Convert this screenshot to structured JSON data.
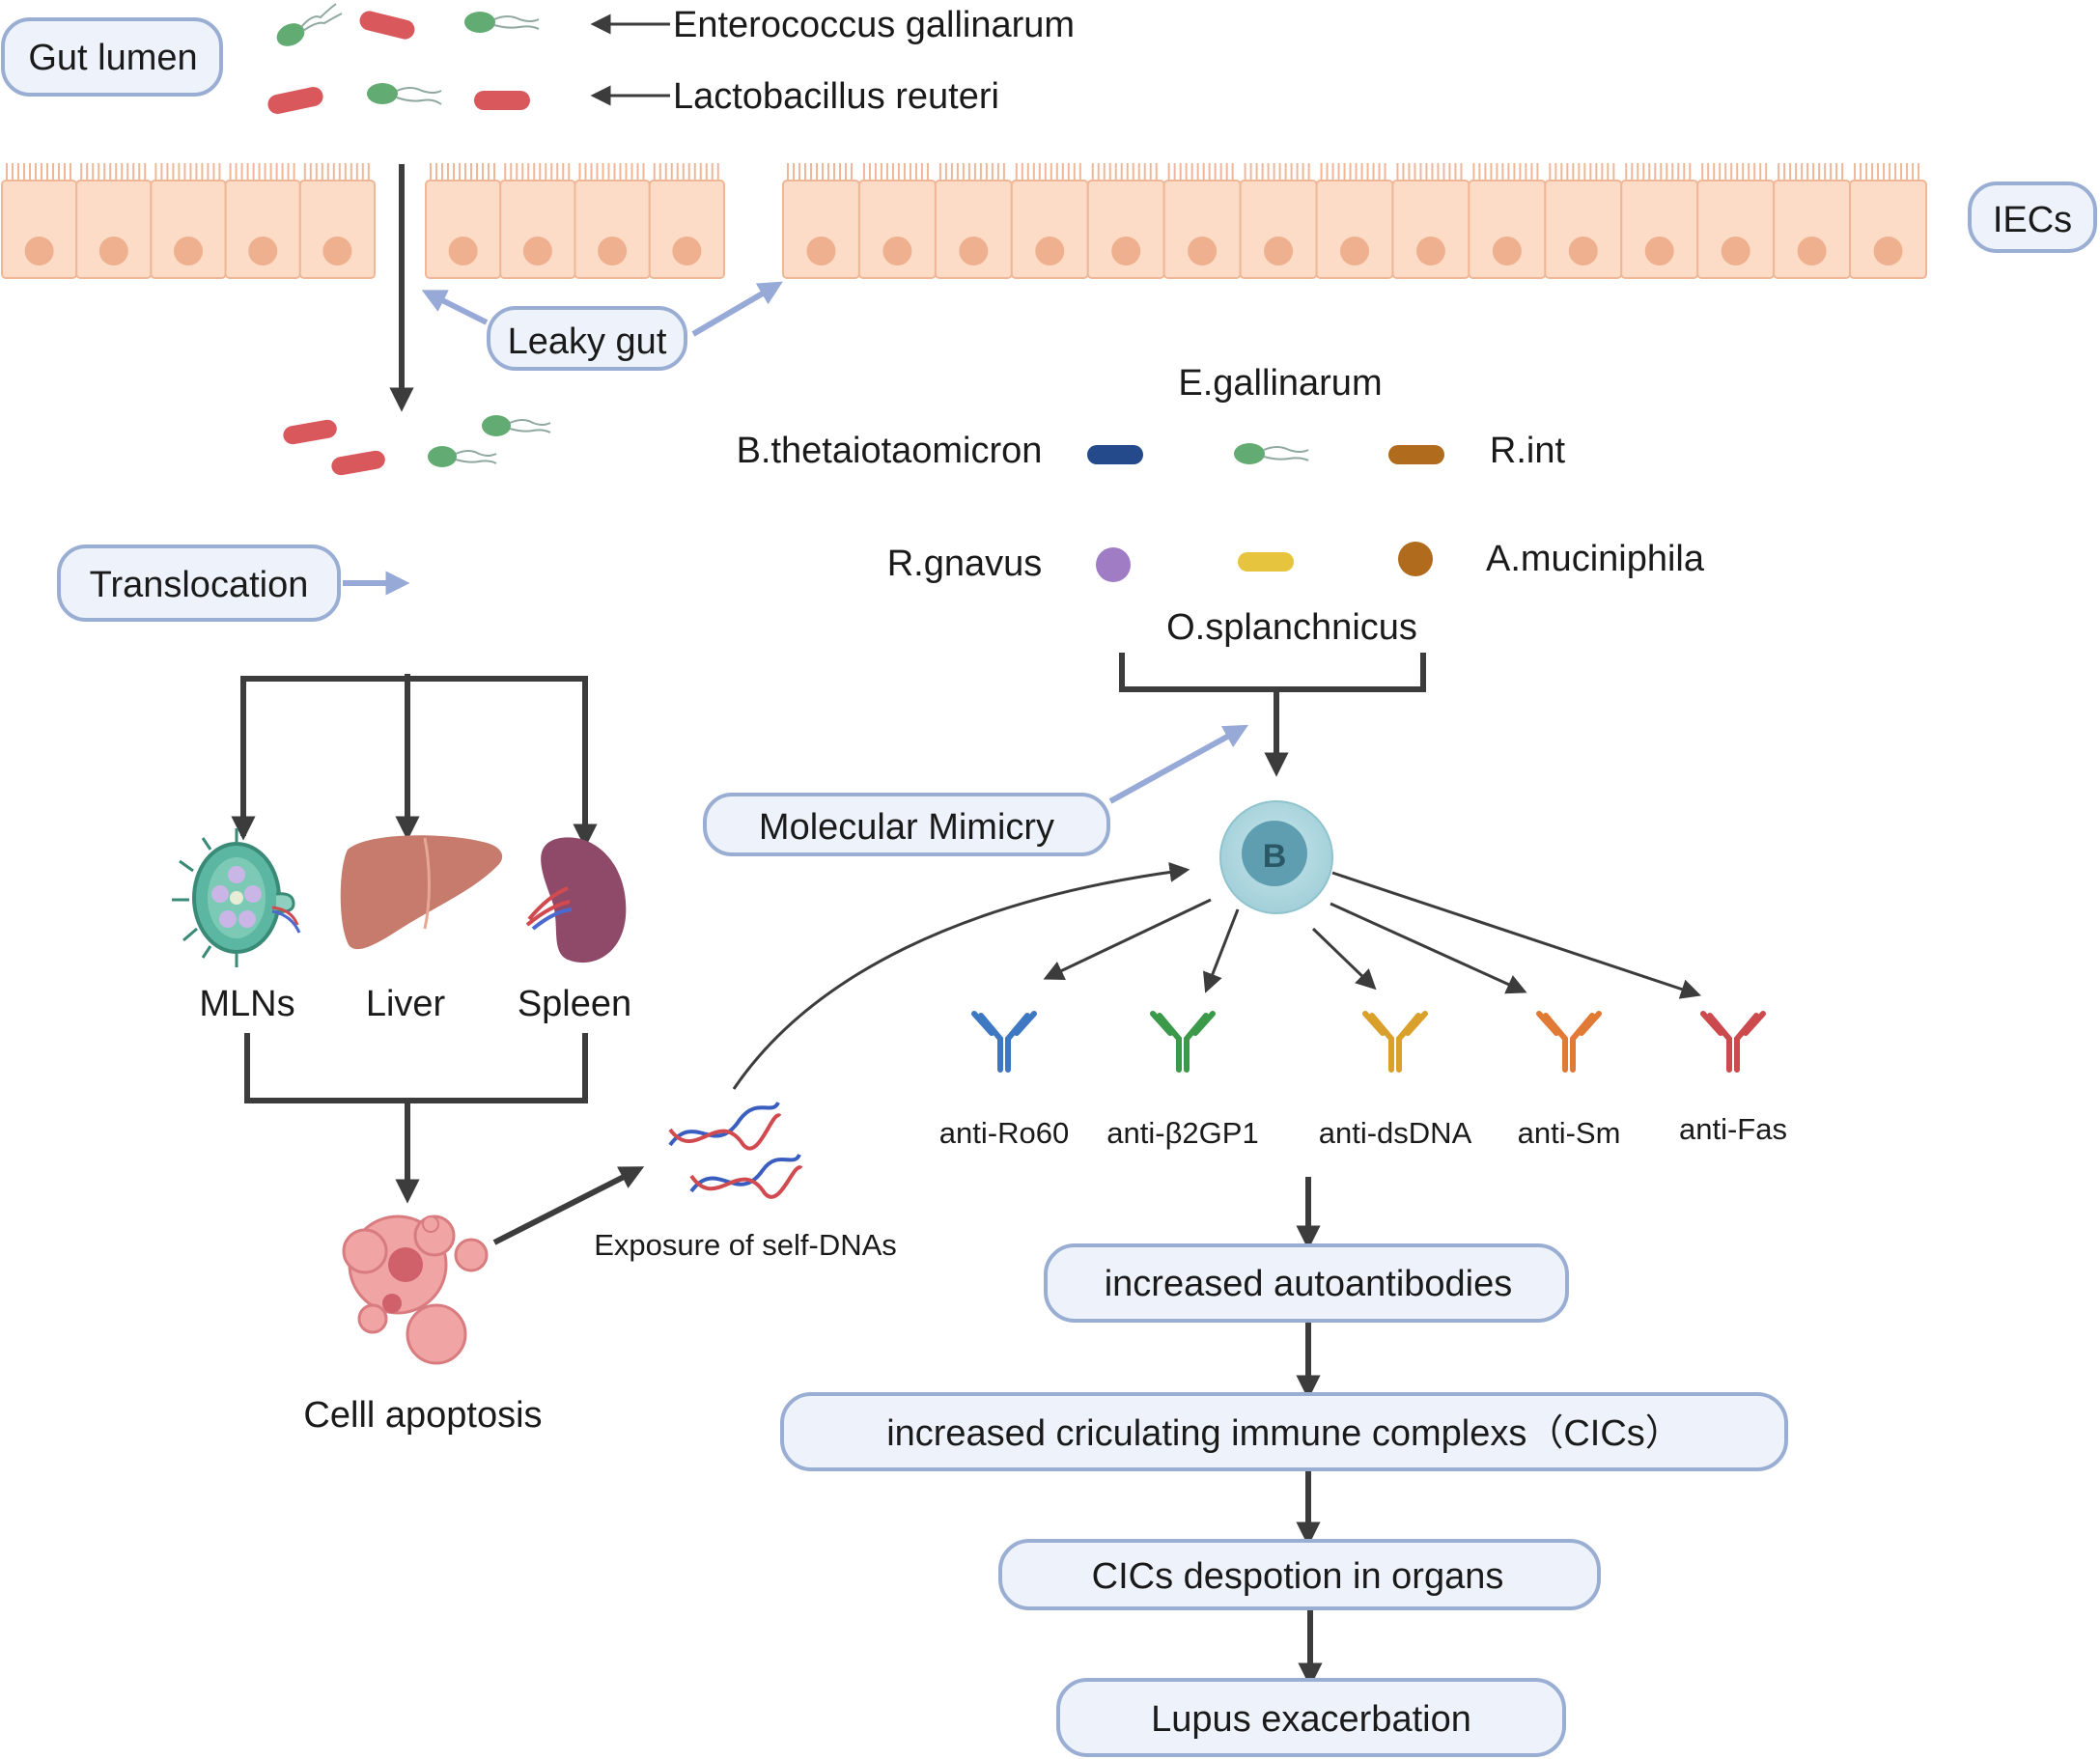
{
  "top": {
    "gut_lumen": "Gut lumen",
    "enterococcus": "Enterococcus gallinarum",
    "lactobacillus": "Lactobacillus reuteri",
    "iecs": "IECs",
    "leaky_gut": "Leaky gut"
  },
  "left": {
    "translocation": "Translocation",
    "mlns": "MLNs",
    "liver": "Liver",
    "spleen": "Spleen",
    "apoptosis": "Celll apoptosis",
    "self_dna": "Exposure of self-DNAs"
  },
  "bacteria": {
    "e_gallinarum": "E.gallinarum",
    "b_theta": "B.thetaiotaomicron",
    "r_int": "R.int",
    "r_gnavus": "R.gnavus",
    "a_muciniphila": "A.muciniphila",
    "o_splanchnicus": "O.splanchnicus"
  },
  "mimicry": "Molecular Mimicry",
  "b_cell": "B",
  "antibodies": [
    {
      "label": "anti-Ro60",
      "color": "#3f78c2"
    },
    {
      "label": "anti-β2GP1",
      "color": "#3a9a4a"
    },
    {
      "label": "anti-dsDNA",
      "color": "#d9a02c"
    },
    {
      "label": "anti-Sm",
      "color": "#e07a35"
    },
    {
      "label": "anti-Fas",
      "color": "#cc4a4e"
    }
  ],
  "flow": {
    "autoantibodies": "increased autoantibodies",
    "cics": "increased criculating immune complexs（CICs）",
    "deposition": "CICs despotion in organs",
    "lupus": "Lupus exacerbation"
  },
  "colors": {
    "box_fill": "#eef3fb",
    "box_stroke": "#9aaed4",
    "cell_fill": "#fcdcc7",
    "b_cell": "#a9d6df",
    "b_nucleus": "#5f9eb0"
  }
}
